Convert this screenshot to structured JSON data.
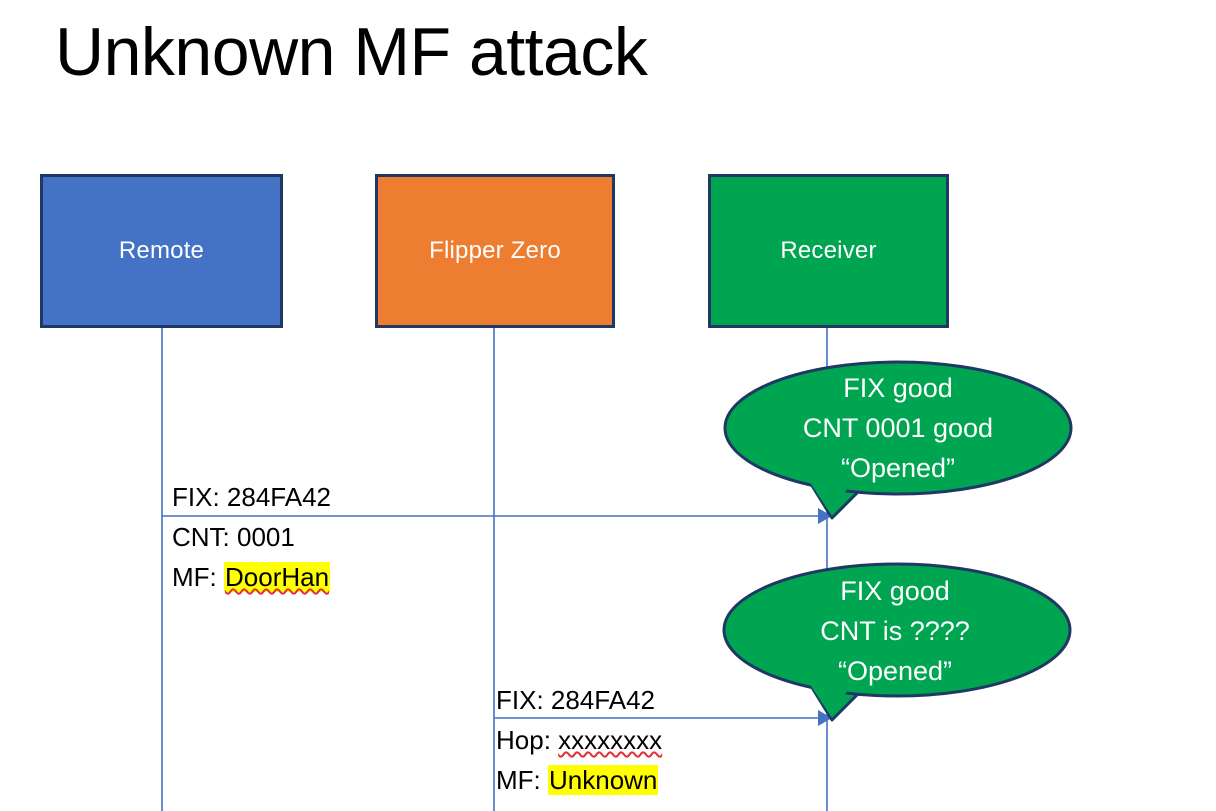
{
  "slide": {
    "title": "Unknown MF attack",
    "background": "#ffffff"
  },
  "colors": {
    "remote_fill": "#4472C4",
    "flipper_fill": "#ED7D31",
    "receiver_fill": "#00A551",
    "shape_border": "#1F3864",
    "line": "#4472C4",
    "highlight": "#FFFF00",
    "spellcheck_underline": "#E03030",
    "bubble_fill": "#00A551",
    "bubble_text": "#FFFFFF"
  },
  "actors": [
    {
      "id": "remote",
      "label": "Remote"
    },
    {
      "id": "flipper",
      "label": "Flipper Zero"
    },
    {
      "id": "receiver",
      "label": "Receiver"
    }
  ],
  "messages": [
    {
      "id": "msg-1",
      "from": "remote",
      "to": "receiver",
      "lines": [
        {
          "prefix": "FIX: ",
          "value": "284FA42",
          "highlight": false,
          "spellcheck": false
        },
        {
          "prefix": "CNT: ",
          "value": "0001",
          "highlight": false,
          "spellcheck": false
        },
        {
          "prefix": "MF: ",
          "value": "DoorHan",
          "highlight": true,
          "spellcheck": true
        }
      ]
    },
    {
      "id": "msg-2",
      "from": "flipper",
      "to": "receiver",
      "lines": [
        {
          "prefix": "FIX: ",
          "value": "284FA42",
          "highlight": false,
          "spellcheck": false
        },
        {
          "prefix": "Hop: ",
          "value": "xxxxxxxx",
          "highlight": false,
          "spellcheck": true
        },
        {
          "prefix": "MF: ",
          "value": "Unknown",
          "highlight": true,
          "spellcheck": false
        }
      ]
    }
  ],
  "bubbles": [
    {
      "id": "bubble-1",
      "owner": "receiver",
      "lines": [
        "FIX good",
        "CNT 0001 good",
        "“Opened”"
      ]
    },
    {
      "id": "bubble-2",
      "owner": "receiver",
      "lines": [
        "FIX good",
        "CNT is ????",
        "“Opened”"
      ]
    }
  ]
}
